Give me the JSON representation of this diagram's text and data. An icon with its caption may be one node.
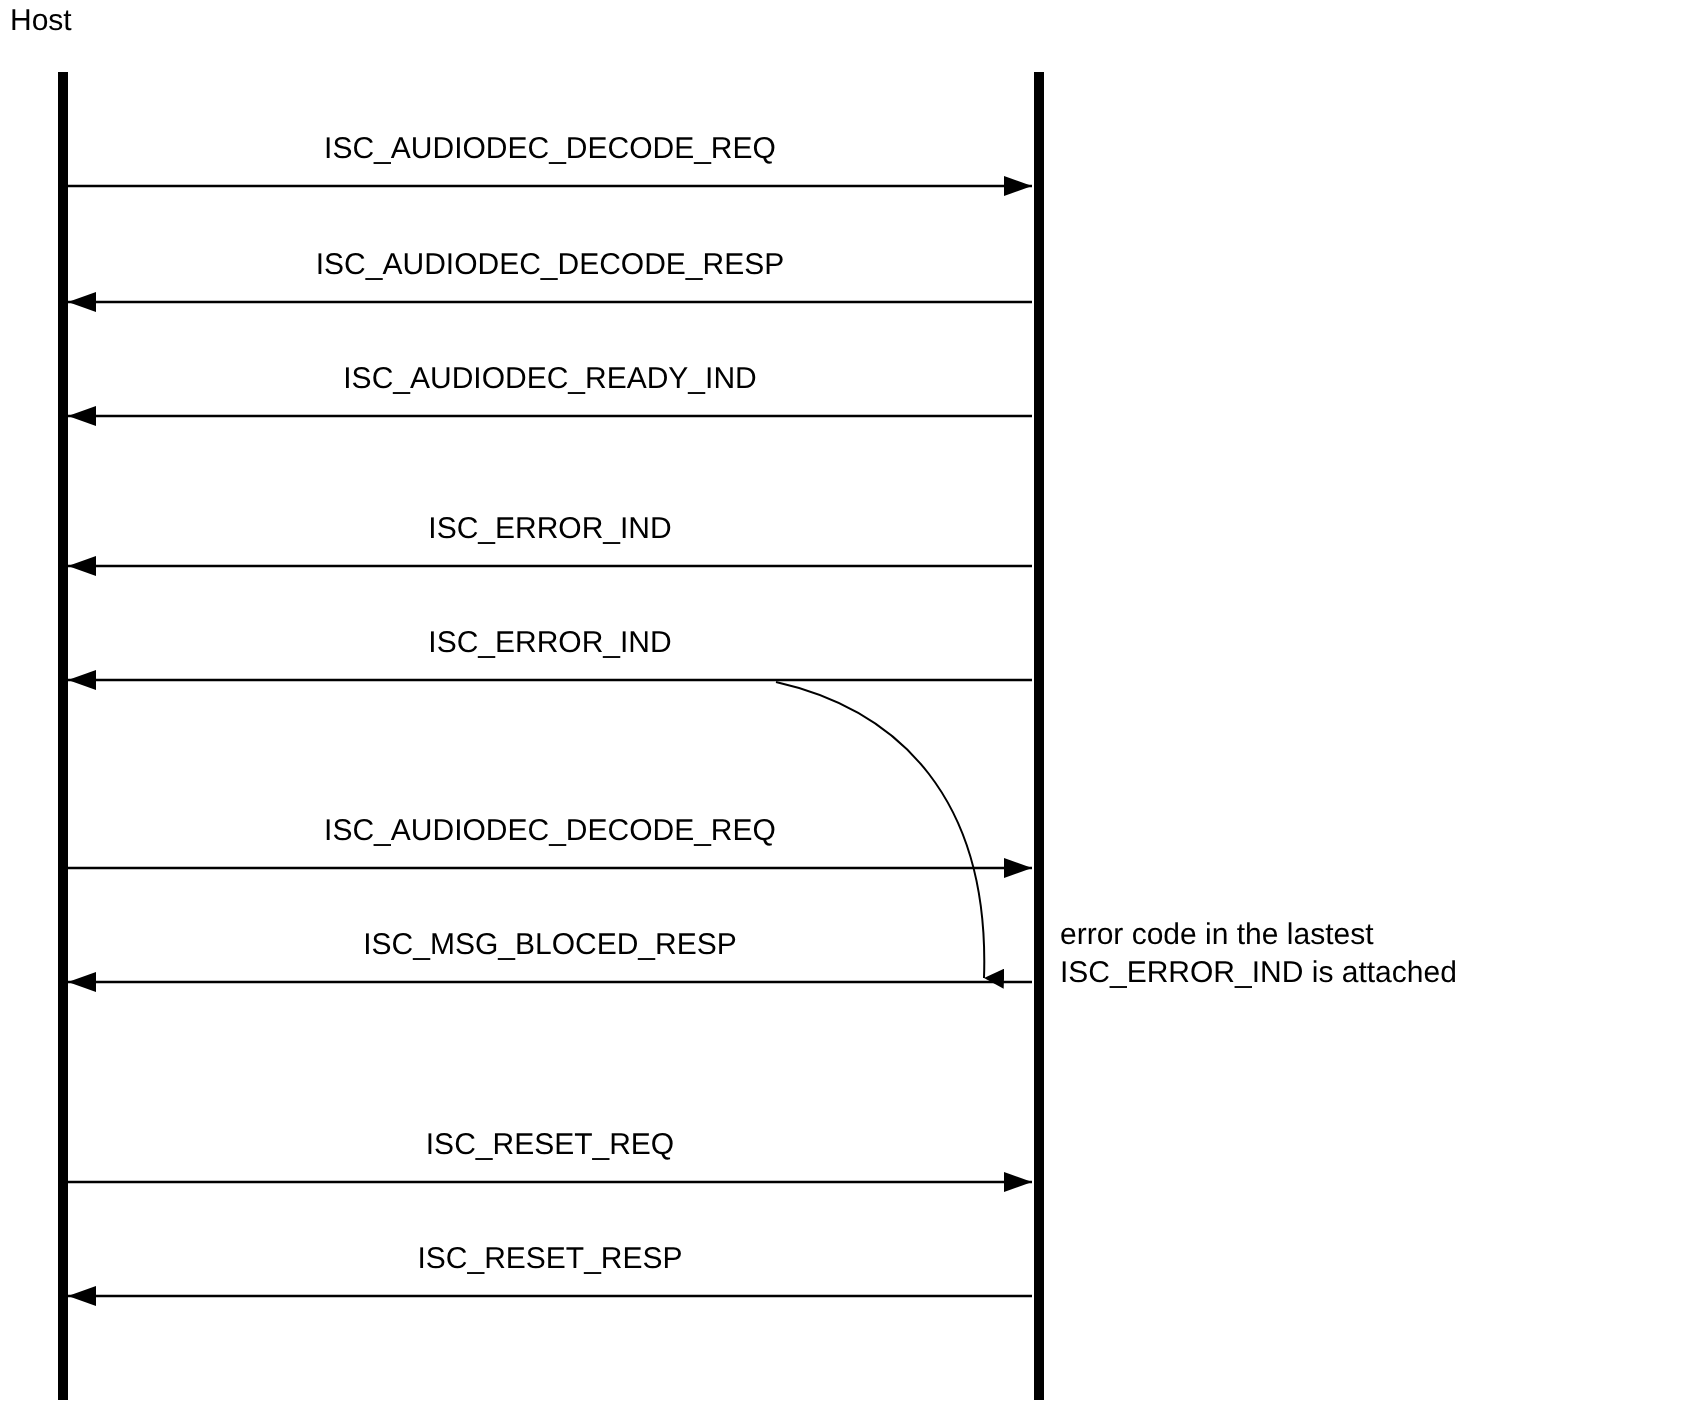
{
  "diagram": {
    "nodes": [
      {
        "text": [
          "Host"
        ]
      },
      {
        "text": [],
        "shape": "bar"
      }
    ],
    "edges": [
      {
        "from": 0,
        "to": 1,
        "arrow": "to",
        "label": "ISC_AUDIODEC_DECODE_REQ"
      },
      {
        "from": 1,
        "to": 0,
        "arrow": "to",
        "label": "ISC_AUDIODEC_DECODE_RESP"
      },
      {
        "from": 1,
        "to": 0,
        "arrow": "to",
        "label": "ISC_AUDIODEC_READY_IND"
      },
      {
        "from": 1,
        "to": 0,
        "arrow": "to",
        "label": "ISC_ERROR_IND"
      },
      {
        "from": 1,
        "to": 0,
        "arrow": "to",
        "label": "ISC_ERROR_IND"
      },
      {
        "from": 0,
        "to": 1,
        "arrow": "to",
        "label": "ISC_AUDIODEC_DECODE_REQ"
      },
      {
        "from": 1,
        "to": 0,
        "arrow": "to",
        "label": "ISC_MSG_BLOCED_RESP"
      },
      {
        "from": 0,
        "to": 1,
        "arrow": "to",
        "label": "ISC_RESET_REQ"
      },
      {
        "from": 1,
        "to": 0,
        "arrow": "to",
        "label": "ISC_RESET_RESP"
      }
    ],
    "labels": [
      "error code in the lastest ISC_ERROR_IND is attached"
    ]
  }
}
